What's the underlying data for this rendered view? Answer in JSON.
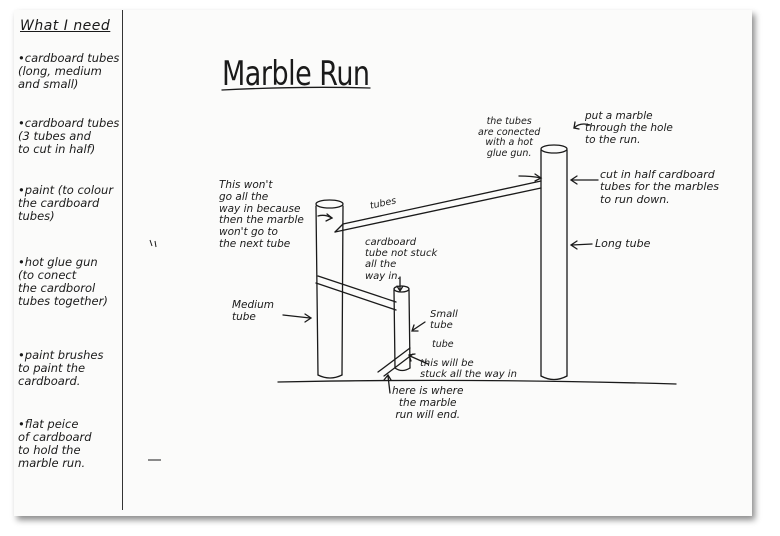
{
  "sidebar": {
    "title": "What I need",
    "items": [
      "•cardboard tubes\n(long, medium\nand small)",
      "•cardboard tubes\n(3 tubes and\nto cut in half)",
      "•paint (to colour\nthe cardboard\ntubes)",
      "•hot glue gun\n(to conect\nthe cardborol\ntubes together)",
      "•paint brushes\nto paint the\ncardboard.",
      "•flat peice\nof cardboard\nto hold the\nmarble run."
    ]
  },
  "main": {
    "title": "Marble Run",
    "labels": {
      "wont_go": "This won't\ngo all the\nway in because\nthen the marble\nwon't go to\nthe next tube",
      "tubes_connected": "the tubes\nare conected\nwith a hot\nglue gun.",
      "put_marble": "put a marble\nthrough the hole\nto the run.",
      "cut_in_half": "cut in half cardboard\ntubes for the marbles\nto run down.",
      "long_tube": "Long tube",
      "medium_tube": "Medium\ntube",
      "cardboard_tube": "cardboard\ntube not stuck\nall the\nway in.",
      "small_tube": "Small\ntube",
      "stuck": "this will be\nstuck all the way in",
      "end": "here is where\nthe marble\nrun will end.",
      "tubes_word": "tubes",
      "tube_word": "tube"
    }
  },
  "colors": {
    "ink": "#1a1a1a",
    "paper": "#fbfbfa"
  }
}
